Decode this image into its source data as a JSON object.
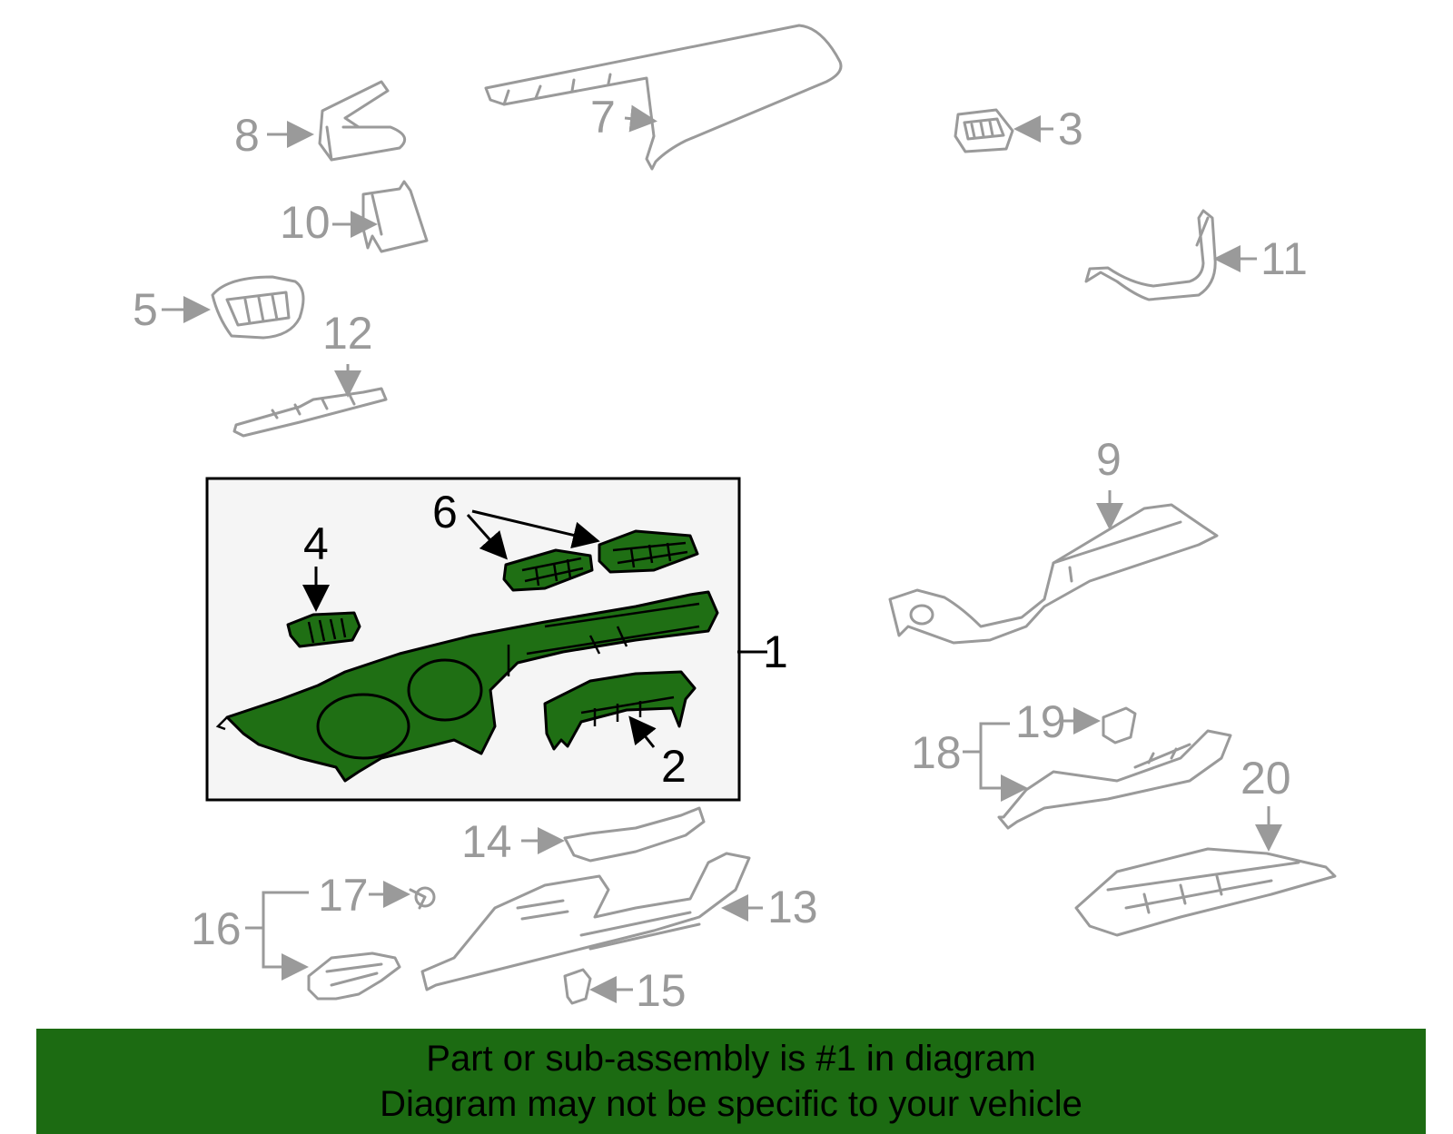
{
  "colors": {
    "highlight": "#1f6f14",
    "banner": "#1c6b12",
    "part_outline": "#9a9a9a",
    "callout_text": "#000000"
  },
  "callouts": {
    "c1": "1",
    "c2": "2",
    "c3": "3",
    "c4": "4",
    "c5": "5",
    "c6": "6",
    "c7": "7",
    "c8": "8",
    "c9": "9",
    "c10": "10",
    "c11": "11",
    "c12": "12",
    "c13": "13",
    "c14": "14",
    "c15": "15",
    "c16": "16",
    "c17": "17",
    "c18": "18",
    "c19": "19",
    "c20": "20"
  },
  "banner": {
    "line1": "Part or sub-assembly is #1 in diagram",
    "line2": "Diagram may not be specific to your vehicle"
  }
}
